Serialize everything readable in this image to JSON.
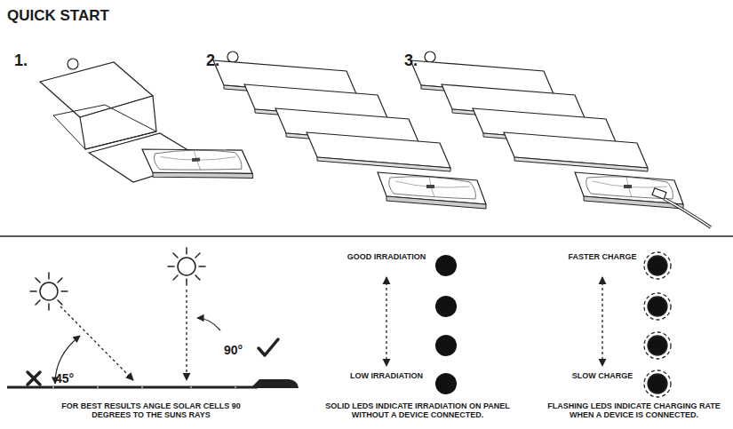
{
  "diagram": {
    "title": "QUICK START",
    "labels": [
      "1.",
      "2.",
      "3.",
      "45°",
      "90°",
      "FOR BEST RESULTS ANGLE SOLAR CELLS 90 DEGREES TO THE SUNS RAYS",
      "GOOD IRRADIATION",
      "LOW IRRADIATION",
      "SOLID LEDS INDICATE IRRADIATION ON PANEL WITHOUT A DEVICE CONNECTED.",
      "FASTER CHARGE",
      "SLOW CHARGE",
      "FLASHING LEDS INDICATE CHARGING RATE WHEN A DEVICE IS CONNECTED."
    ]
  }
}
